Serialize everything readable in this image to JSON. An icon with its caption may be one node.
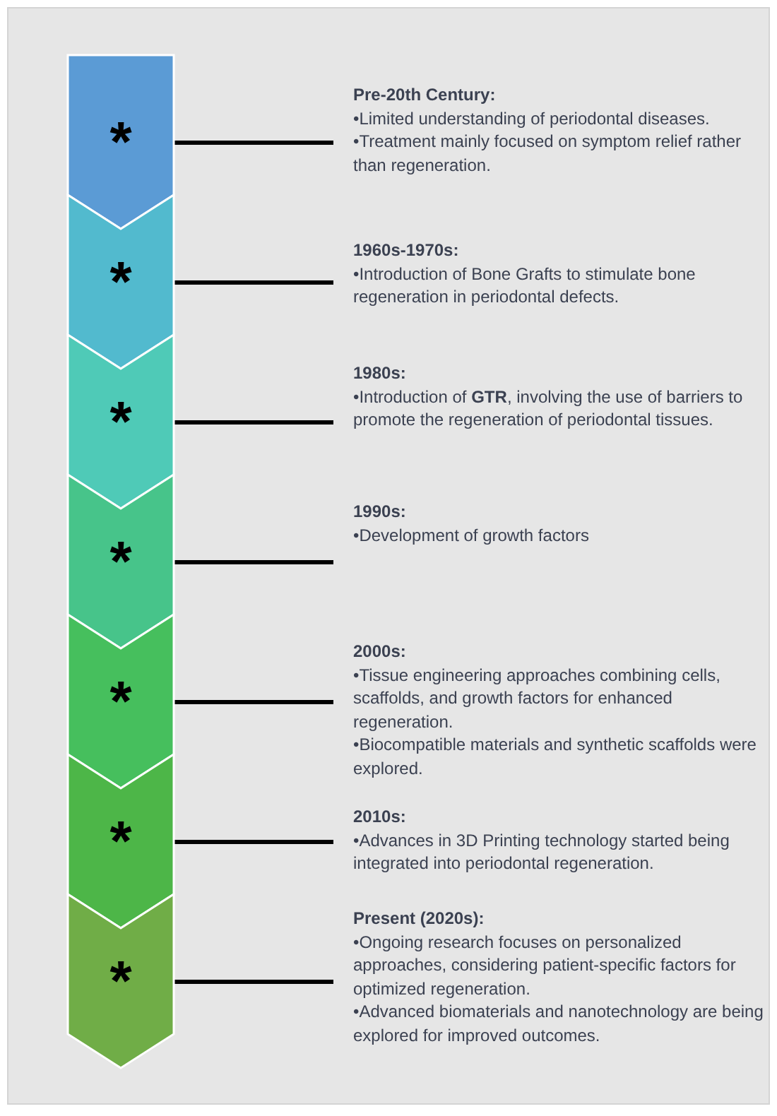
{
  "diagram": {
    "nodes": [
      {
        "text": [
          "*"
        ]
      },
      {
        "text": [
          "Pre-20th Century:",
          "•Limited understanding of periodontal diseases.",
          "•Treatment mainly focused on symptom relief rather than regeneration."
        ]
      },
      {
        "text": [
          "*"
        ]
      },
      {
        "text": [
          "1960s-1970s:",
          "•Introduction of Bone Grafts to stimulate bone regeneration in periodontal defects."
        ]
      },
      {
        "text": [
          "*"
        ]
      },
      {
        "text": [
          "1980s:",
          "•Introduction of **GTR**, involving the use of barriers to promote the regeneration of periodontal tissues."
        ]
      },
      {
        "text": [
          "*"
        ]
      },
      {
        "text": [
          "1990s:",
          "•Development of growth factors"
        ]
      },
      {
        "text": [
          "*"
        ]
      },
      {
        "text": [
          "2000s:",
          "•Tissue engineering approaches combining cells, scaffolds, and growth factors for enhanced regeneration.",
          "•Biocompatible materials and synthetic scaffolds were explored."
        ]
      },
      {
        "text": [
          "*"
        ]
      },
      {
        "text": [
          "2010s:",
          "•Advances in 3D Printing technology started being integrated into periodontal regeneration."
        ]
      },
      {
        "text": [
          "*"
        ]
      },
      {
        "text": [
          "Present (2020s):",
          "•Ongoing research focuses on personalized approaches, considering patient-specific factors for optimized regeneration.",
          "•Advanced biomaterials and nanotechnology are being explored for improved outcomes."
        ]
      }
    ],
    "edges": [
      {
        "from": 0,
        "to": 1,
        "arrow": "none"
      },
      {
        "from": 2,
        "to": 3,
        "arrow": "none"
      },
      {
        "from": 4,
        "to": 5,
        "arrow": "none"
      },
      {
        "from": 6,
        "to": 7,
        "arrow": "none"
      },
      {
        "from": 8,
        "to": 9,
        "arrow": "none"
      },
      {
        "from": 10,
        "to": 11,
        "arrow": "none"
      },
      {
        "from": 12,
        "to": 13,
        "arrow": "none"
      }
    ]
  }
}
